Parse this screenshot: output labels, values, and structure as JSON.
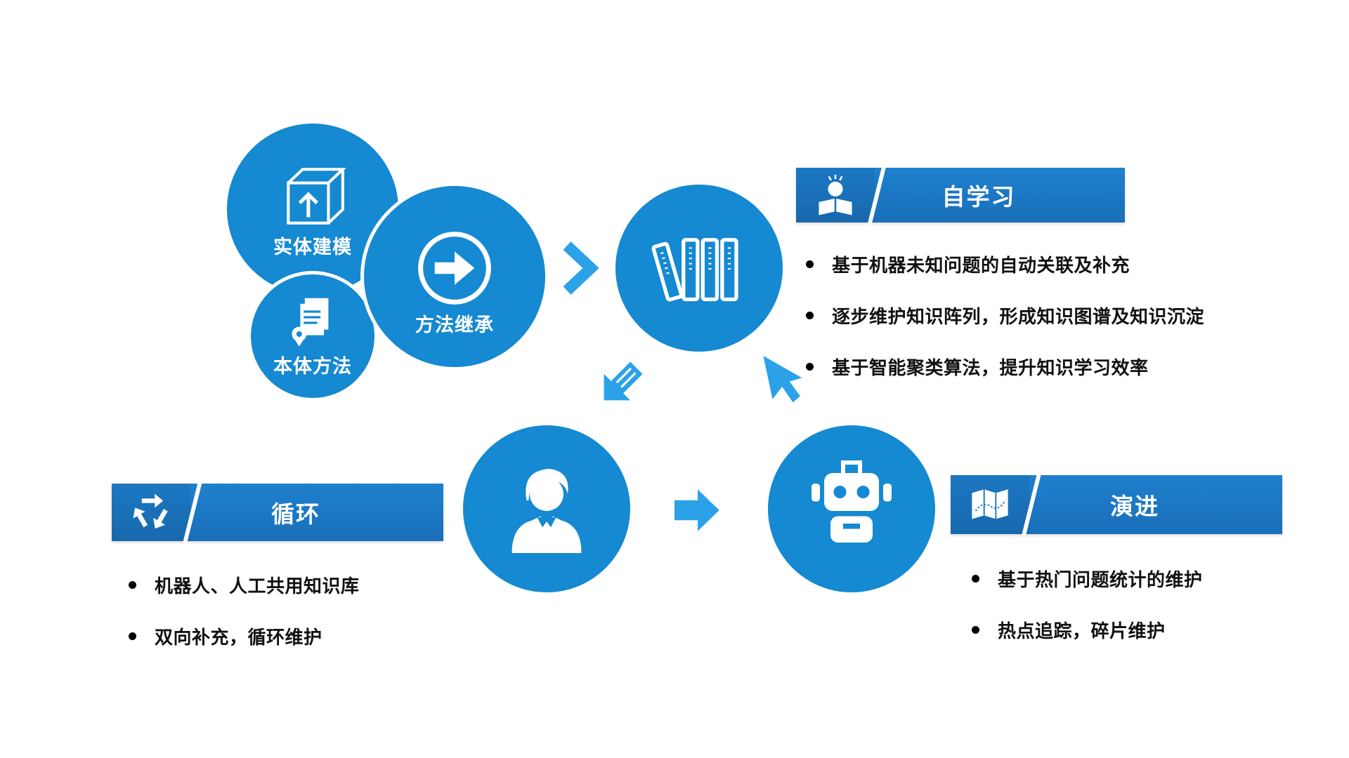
{
  "colors": {
    "primary_blue": "#1589d1",
    "banner_blue": "#1c77c3",
    "arrow_blue": "#2ba2e8",
    "text_black": "#111111",
    "background": "#ffffff"
  },
  "cluster": {
    "entity_label": "实体建模",
    "method_label": "方法继承",
    "ontology_label": "本体方法"
  },
  "panels": {
    "self_learning": {
      "title": "自学习",
      "bullets": [
        "基于机器未知问题的自动关联及补充",
        "逐步维护知识阵列，形成知识图谱及知识沉淀",
        "基于智能聚类算法，提升知识学习效率"
      ]
    },
    "cycle": {
      "title": "循环",
      "bullets": [
        "机器人、人工共用知识库",
        "双向补充，循环维护"
      ]
    },
    "evolution": {
      "title": "演进",
      "bullets": [
        "基于热门问题统计的维护",
        "热点追踪，碎片维护"
      ]
    }
  },
  "icons": {
    "entity": "cube-icon",
    "method": "arrow-circle-icon",
    "ontology": "document-ribbon-icon",
    "knowledge_base": "books-icon",
    "self_learning": "reader-book-icon",
    "cycle": "recycle-icon",
    "evolution": "map-icon",
    "human": "businessman-icon",
    "robot": "robot-icon",
    "flow_arrows": [
      "chevron-right-icon",
      "arrow-down-left-icon",
      "cursor-up-left-icon",
      "arrow-right-icon"
    ]
  }
}
